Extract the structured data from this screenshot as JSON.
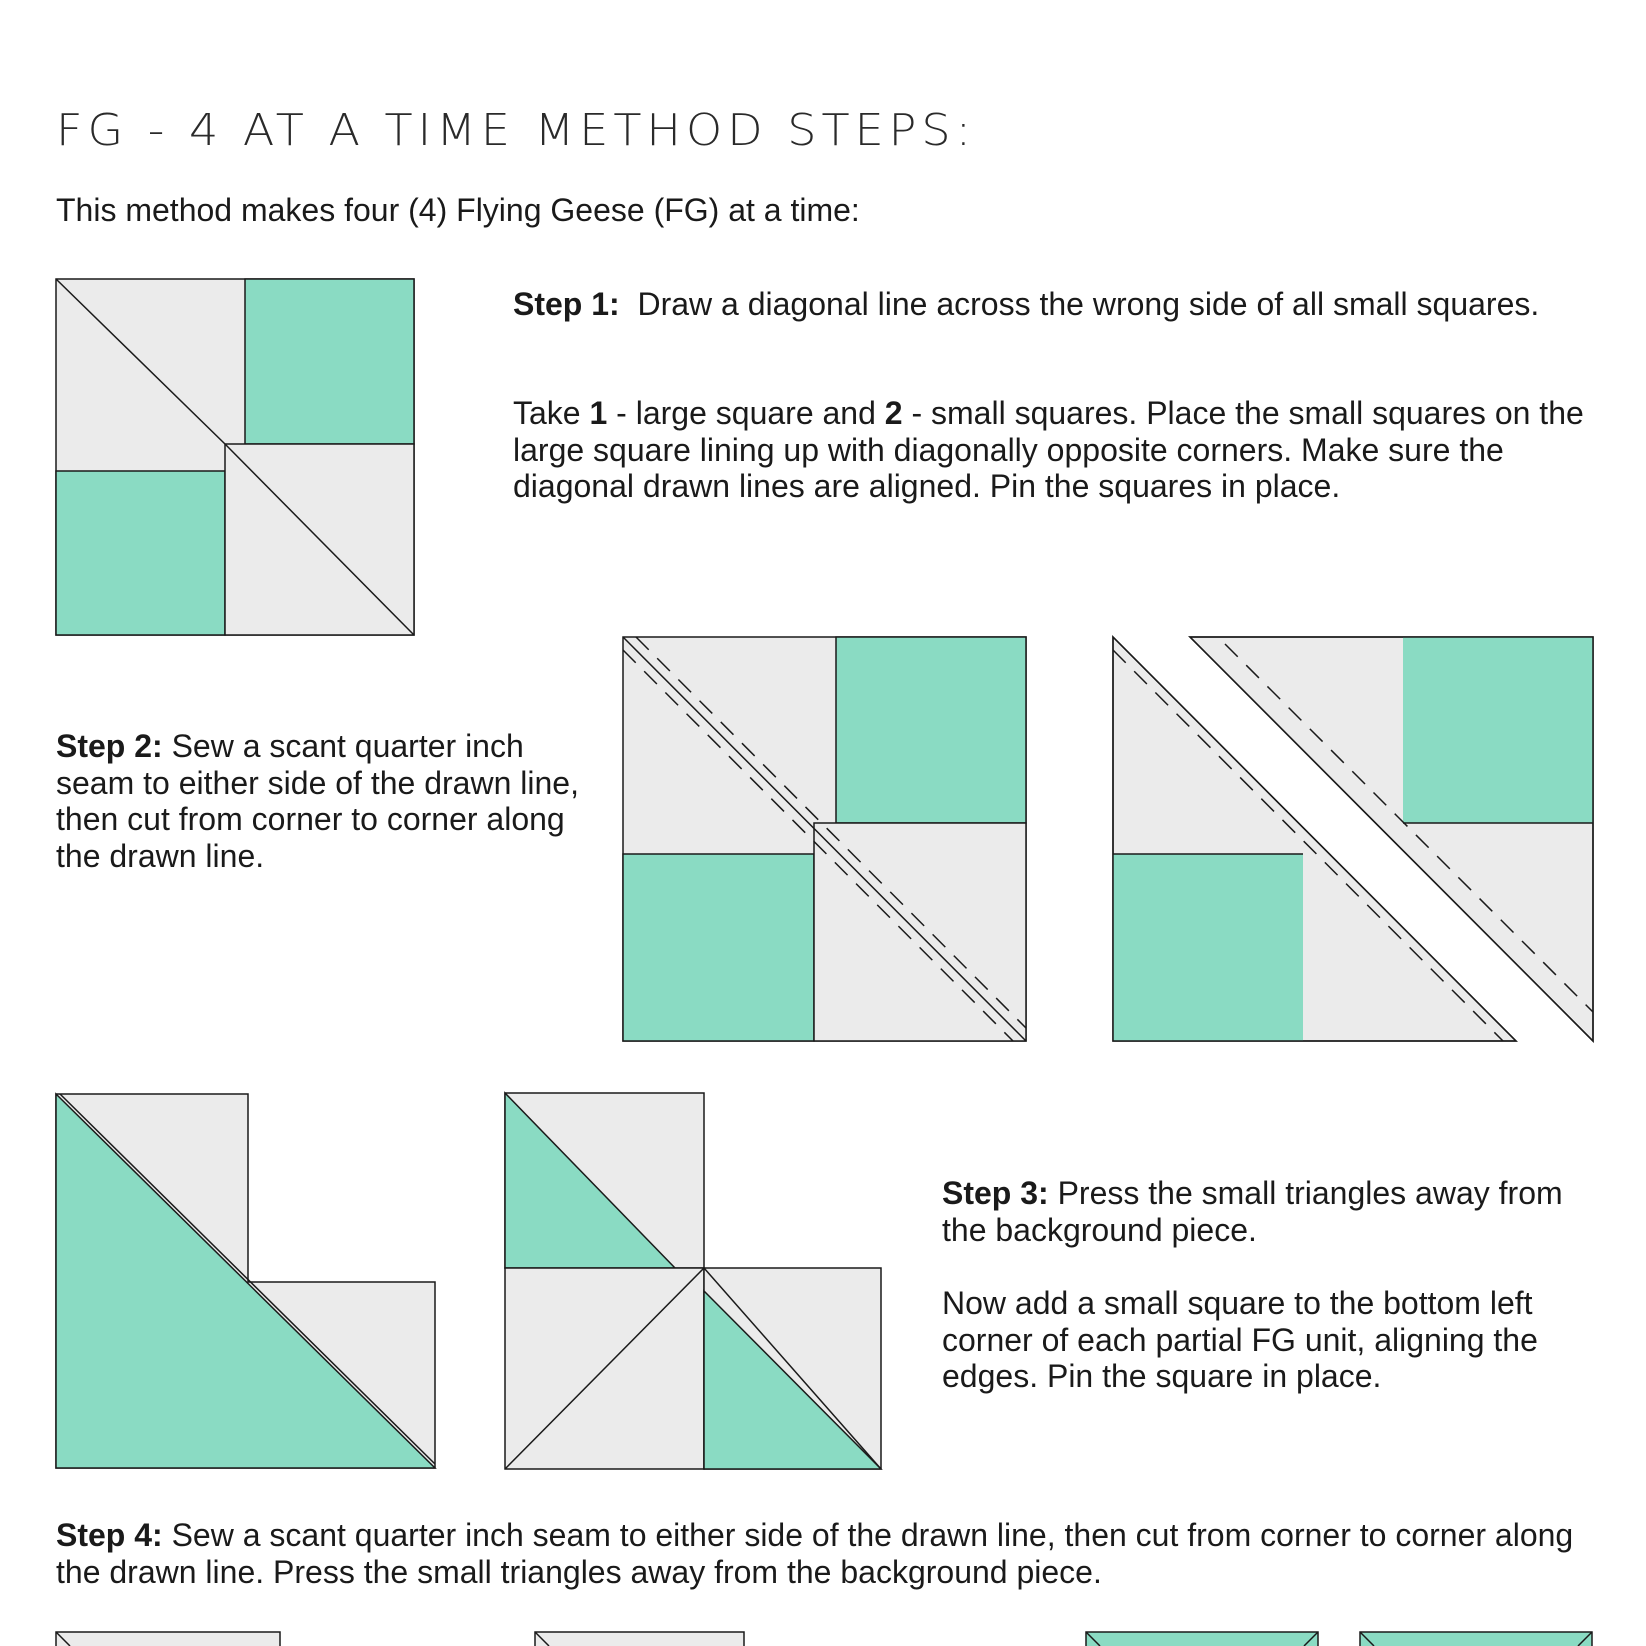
{
  "title": "FG - 4 AT A TIME METHOD STEPS:",
  "intro": "This method makes four (4) Flying Geese (FG) at a time:",
  "colors": {
    "accent": "#8adbc3",
    "background_fabric": "#ebebeb",
    "line": "#1a1a1a"
  },
  "step1": {
    "label": "Step 1:",
    "text": "Draw a diagonal line across the wrong side of all small squares.",
    "para2_take": "Take",
    "para2_one": "1",
    "para2_mid": "-  large square and",
    "para2_two": "2",
    "para2_rest": "- small squares.  Place the small squares on the large square lining up with diagonally opposite corners.  Make sure the diagonal drawn lines are aligned.  Pin the squares in place."
  },
  "step2": {
    "label": "Step 2:",
    "text": "Sew a scant quarter inch seam to either side of the drawn line, then cut from corner to corner along the drawn line."
  },
  "step3": {
    "label": "Step 3:",
    "text": "Press the small triangles away from the background piece.",
    "para2": "Now add a small square to the bottom left corner of each partial FG unit, aligning the edges.  Pin the square in place."
  },
  "step4": {
    "label": "Step 4:",
    "text": "Sew a scant quarter inch seam to either side of the drawn line, then cut from corner to corner along the drawn line.  Press the small triangles away from the background piece."
  }
}
